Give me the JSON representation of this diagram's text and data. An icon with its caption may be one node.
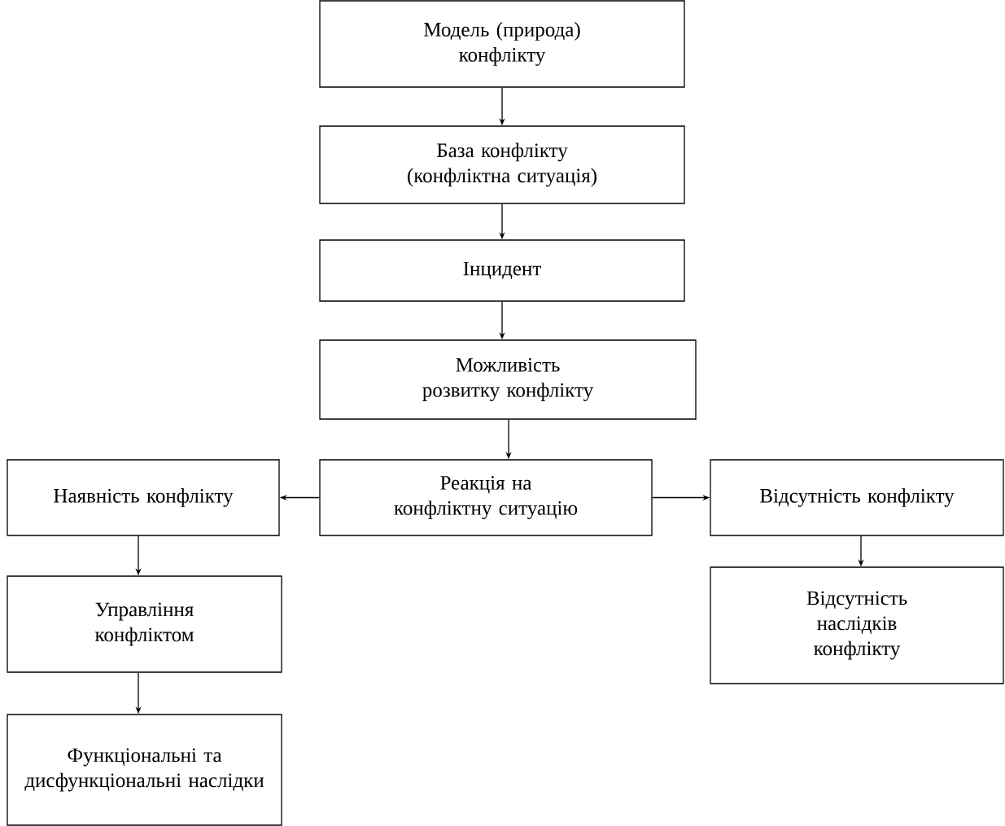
{
  "diagram": {
    "nodes": [
      {
        "text": [
          "Модель (природа) конфлікту"
        ]
      },
      {
        "text": [
          "База конфлікту (конфліктна ситуація)"
        ]
      },
      {
        "text": [
          "Інцидент"
        ]
      },
      {
        "text": [
          "Можливість розвитку конфлікту"
        ]
      },
      {
        "text": [
          "Реакція на конфліктну ситуацію"
        ]
      },
      {
        "text": [
          "Наявність конфлікту"
        ]
      },
      {
        "text": [
          "Відсутність конфлікту"
        ]
      },
      {
        "text": [
          "Управління конфліктом"
        ]
      },
      {
        "text": [
          "Відсутність наслідків конфлікту"
        ]
      },
      {
        "text": [
          "Функціональні та дисфункціональні наслідки"
        ]
      }
    ],
    "edges": [
      {
        "from": 0,
        "to": 1,
        "arrow": "to"
      },
      {
        "from": 1,
        "to": 2,
        "arrow": "to"
      },
      {
        "from": 2,
        "to": 3,
        "arrow": "to"
      },
      {
        "from": 3,
        "to": 4,
        "arrow": "to"
      },
      {
        "from": 4,
        "to": 5,
        "arrow": "to"
      },
      {
        "from": 4,
        "to": 6,
        "arrow": "to"
      },
      {
        "from": 5,
        "to": 7,
        "arrow": "to"
      },
      {
        "from": 6,
        "to": 8,
        "arrow": "to"
      },
      {
        "from": 7,
        "to": 9,
        "arrow": "to"
      }
    ]
  }
}
